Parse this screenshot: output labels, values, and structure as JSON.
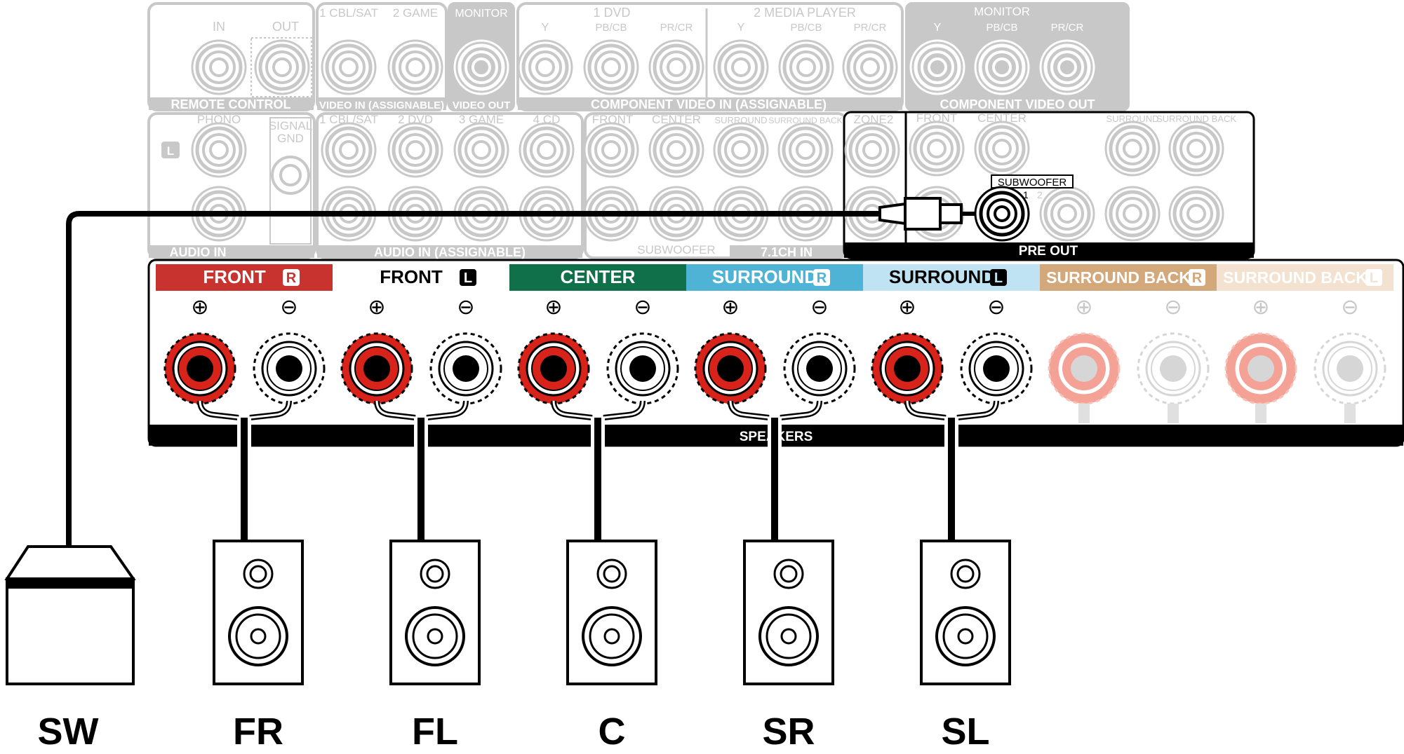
{
  "top_panel": {
    "remote_control": {
      "label": "REMOTE CONTROL",
      "in": "IN",
      "out": "OUT"
    },
    "video_in": {
      "label": "VIDEO IN (ASSIGNABLE)",
      "ch1": "1 CBL/SAT",
      "ch2": "2 GAME"
    },
    "video_out": {
      "label": "VIDEO OUT",
      "sub": "MONITOR"
    },
    "component_in": {
      "label": "COMPONENT VIDEO IN (ASSIGNABLE)",
      "dvd": "1 DVD",
      "mp": "2 MEDIA PLAYER",
      "y": "Y",
      "pb": "PB/CB",
      "pr": "PR/CR"
    },
    "component_out": {
      "label": "COMPONENT VIDEO OUT",
      "sub": "MONITOR",
      "y": "Y",
      "pb": "PB/CB",
      "pr": "PR/CR"
    }
  },
  "mid_panel": {
    "audio_in": {
      "label": "AUDIO IN",
      "phono": "PHONO",
      "l_badge": "L",
      "signal_gnd": "SIGNAL\nGND"
    },
    "audio_in_assignable": {
      "label": "AUDIO IN (ASSIGNABLE)",
      "ch1": "1 CBL/SAT",
      "ch2": "2 DVD",
      "ch3": "3 GAME",
      "ch4": "4 CD"
    },
    "ch71_in": {
      "label": "7.1CH IN",
      "front": "FRONT",
      "center": "CENTER",
      "surround": "SURROUND",
      "surround_back": "SURROUND BACK",
      "subwoofer": "SUBWOOFER"
    },
    "pre_out": {
      "label": "PRE OUT",
      "zone2": "ZONE2",
      "front": "FRONT",
      "center": "CENTER",
      "surround": "SURROUND",
      "surround_back": "SURROUND BACK",
      "subwoofer": "SUBWOOFER",
      "sub1": "1",
      "sub2": "2"
    }
  },
  "speakers_panel": {
    "label": "SPEAKERS",
    "plus": "⊕",
    "minus": "⊖",
    "channels": [
      {
        "name": "FRONT",
        "side": "R",
        "color": "#c8332f",
        "text_color": "#ffffff",
        "active": true
      },
      {
        "name": "FRONT",
        "side": "L",
        "color": "#ffffff",
        "text_color": "#000000",
        "active": true
      },
      {
        "name": "CENTER",
        "side": "",
        "color": "#10704a",
        "text_color": "#ffffff",
        "active": true
      },
      {
        "name": "SURROUND",
        "side": "R",
        "color": "#4fb3d6",
        "text_color": "#ffffff",
        "active": true
      },
      {
        "name": "SURROUND",
        "side": "L",
        "color": "#bfe3f2",
        "text_color": "#000000",
        "active": true
      },
      {
        "name": "SURROUND BACK",
        "side": "R",
        "color": "#d3a87b",
        "text_color": "#ffffff",
        "active": false
      },
      {
        "name": "SURROUND BACK",
        "side": "L",
        "color": "#f3e2cf",
        "text_color": "#ffffff",
        "active": false
      }
    ]
  },
  "speaker_labels": [
    "SW",
    "FR",
    "FL",
    "C",
    "SR",
    "SL"
  ],
  "colors": {
    "terminal_red": "#d8231b",
    "faded_gray": "#c8c8c8",
    "black": "#000000"
  }
}
